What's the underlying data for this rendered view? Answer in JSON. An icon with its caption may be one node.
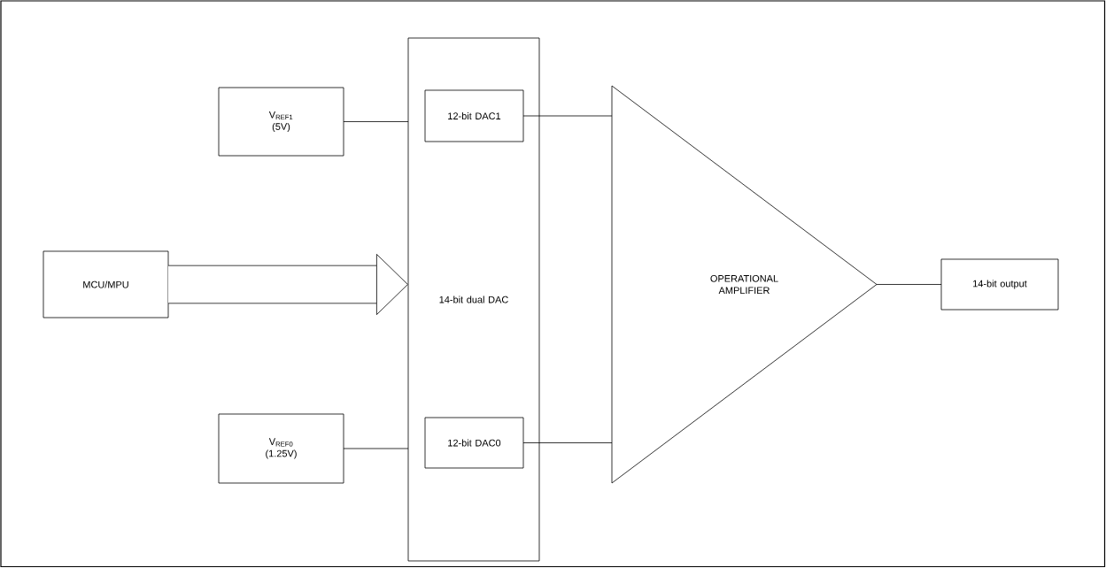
{
  "diagram": {
    "nodes": [
      {
        "text": [
          "V$_{REF1}$ (5V)"
        ]
      },
      {
        "text": [
          "MCU/MPU"
        ]
      },
      {
        "text": [
          "V$_{REF0}$ (1.25V)"
        ]
      },
      {
        "text": [
          "14-bit dual DAC"
        ]
      },
      {
        "text": [
          "12-bit DAC1"
        ],
        "in": 3
      },
      {
        "text": [
          "12-bit DAC0"
        ],
        "in": 3
      },
      {
        "text": [
          "OPERATIONAL AMPLIFIER"
        ]
      },
      {
        "text": [
          "14-bit output"
        ]
      }
    ],
    "edges": [
      {
        "from": 0,
        "to": 3,
        "arrow": "none"
      },
      {
        "from": 1,
        "to": 3,
        "arrow": "to",
        "style": "thick"
      },
      {
        "from": 2,
        "to": 3,
        "arrow": "none"
      },
      {
        "from": 4,
        "to": 6,
        "arrow": "none"
      },
      {
        "from": 5,
        "to": 6,
        "arrow": "none"
      },
      {
        "from": 6,
        "to": 7,
        "arrow": "none"
      }
    ]
  }
}
